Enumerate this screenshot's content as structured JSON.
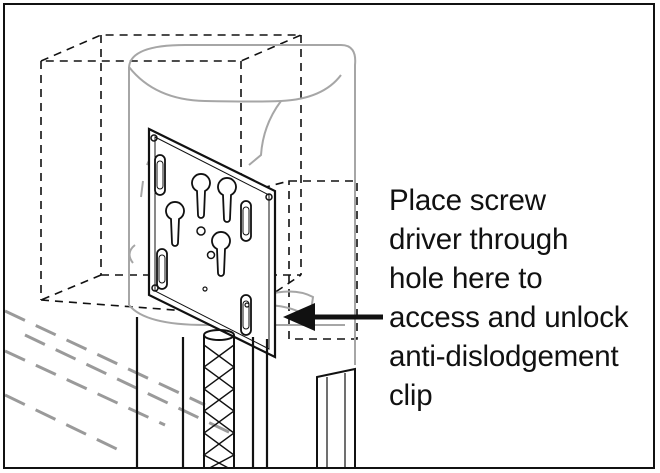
{
  "callout": {
    "lines": [
      "Place screw",
      "driver through",
      "hole here to",
      "access and unlock",
      "anti-dislodgement",
      "clip"
    ]
  },
  "colors": {
    "line": "#111111",
    "dashed_grey": "#9a9a9a",
    "cover_grey": "#a6a6a6",
    "background": "#ffffff"
  }
}
